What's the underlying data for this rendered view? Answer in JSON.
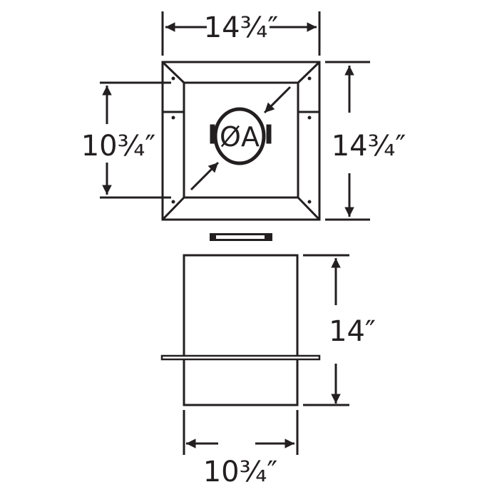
{
  "top_view": {
    "width_label": "14¾″",
    "height_label": "14¾″",
    "inner_height_label": "10¾″",
    "diameter_label": "ØA"
  },
  "side_view": {
    "height_label": "14″",
    "width_label": "10¾″"
  },
  "colors": {
    "line": "#231f20",
    "background": "#ffffff"
  }
}
